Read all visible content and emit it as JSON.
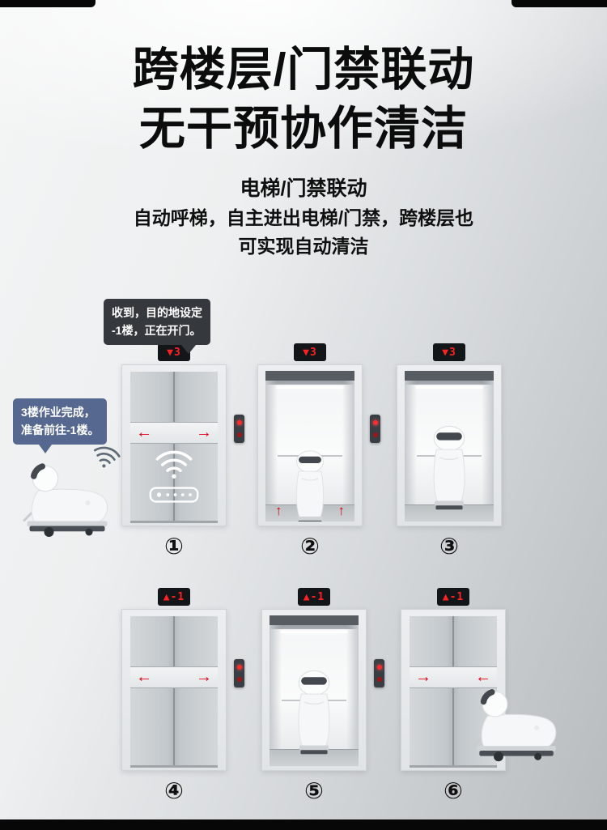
{
  "header": {
    "title_line1": "跨楼层/门禁联动",
    "title_line2": "无干预协作清洁",
    "subtitle": "电梯/门禁联动",
    "desc_line1": "自动呼梯，自主进出电梯/门禁，跨楼层也",
    "desc_line2": "可实现自动清洁"
  },
  "bubbles": {
    "elevator_reply_line1": "收到，目的地设定",
    "elevator_reply_line2": "-1楼，正在开门。",
    "robot_status_line1": "3楼作业完成，",
    "robot_status_line2": "准备前往-1楼。"
  },
  "icons": {
    "arrow_left": "←",
    "arrow_right": "→",
    "arrow_up": "↑"
  },
  "colors": {
    "accent_red": "#e60012",
    "bubble_dark": "#35393e",
    "bubble_blue": "#56688f",
    "display_text": "#ff2222",
    "display_bg": "#131619"
  },
  "steps": [
    {
      "num": "①",
      "display": "▼3",
      "door_state": "opening"
    },
    {
      "num": "②",
      "display": "▼3",
      "door_state": "robot-entering"
    },
    {
      "num": "③",
      "display": "▼3",
      "door_state": "robot-inside"
    },
    {
      "num": "④",
      "display": "▲-1",
      "door_state": "opening"
    },
    {
      "num": "⑤",
      "display": "▲-1",
      "door_state": "robot-inside"
    },
    {
      "num": "⑥",
      "display": "▲-1",
      "door_state": "closing"
    }
  ]
}
